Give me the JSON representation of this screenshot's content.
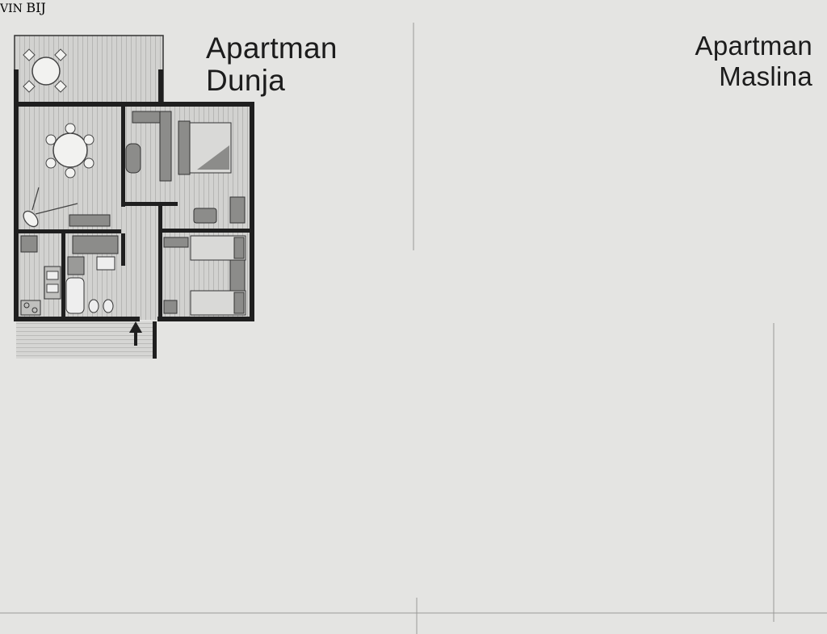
{
  "apartments": {
    "dunja": {
      "line1": "Apartman",
      "line2": "Dunja"
    },
    "maslina": {
      "line1": "Apartman",
      "line2": "Maslina"
    }
  },
  "bottle_label": {
    "line1": "VIN",
    "line2": "BIJ"
  },
  "colors": {
    "background": "#e4e4e2",
    "wall": "#1f1f1f",
    "floor": "#cfcfcd",
    "furniture": "#8c8c8a",
    "connector": "#3c3c3c",
    "circle_ring": "#7d7d7b"
  }
}
